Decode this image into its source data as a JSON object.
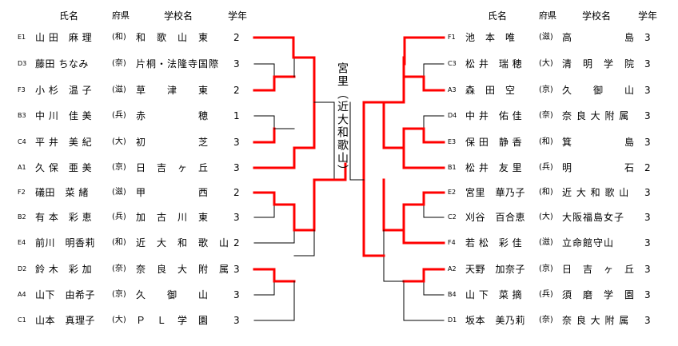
{
  "headers": {
    "name": "氏名",
    "pref": "府県",
    "school": "学校名",
    "grade": "学年"
  },
  "champion": "宮里（近大和歌山）",
  "left": [
    {
      "seed": "E1",
      "name": "山 田　麻 理",
      "pref": "(和)",
      "school": "和　歌　山　東",
      "grade": "2"
    },
    {
      "seed": "D3",
      "name": "藤田 ちなみ",
      "pref": "(奈)",
      "school": "片桐・法隆寺国際",
      "grade": "3"
    },
    {
      "seed": "F3",
      "name": "小 杉　温 子",
      "pref": "(滋)",
      "school": "草　　津　　東",
      "grade": "2"
    },
    {
      "seed": "B3",
      "name": "中 川　佳 美",
      "pref": "(兵)",
      "school": "赤　　　　　穂",
      "grade": "1"
    },
    {
      "seed": "C4",
      "name": "平 井　美 紀",
      "pref": "(大)",
      "school": "初　　　　　芝",
      "grade": "3"
    },
    {
      "seed": "A1",
      "name": "久 保　亜 美",
      "pref": "(京)",
      "school": "日　吉　ヶ　丘",
      "grade": "3"
    },
    {
      "seed": "F2",
      "name": "礒田　菜 緒",
      "pref": "(滋)",
      "school": "甲　　　　　西",
      "grade": "2"
    },
    {
      "seed": "B2",
      "name": "有 本　彩 恵",
      "pref": "(兵)",
      "school": "加　古　川　東",
      "grade": "3"
    },
    {
      "seed": "E4",
      "name": "前川　明香莉",
      "pref": "(和)",
      "school": "近　大　和　歌　山",
      "grade": "2"
    },
    {
      "seed": "D2",
      "name": "鈴 木　彩 加",
      "pref": "(奈)",
      "school": "奈　良　大　附　属",
      "grade": "3"
    },
    {
      "seed": "A4",
      "name": "山下　由希子",
      "pref": "(京)",
      "school": "久　　御　　山",
      "grade": "3"
    },
    {
      "seed": "C1",
      "name": "山本　真理子",
      "pref": "(大)",
      "school": "Ｐ　Ｌ　学　園",
      "grade": "3"
    }
  ],
  "right": [
    {
      "seed": "F1",
      "name": "池　本　唯",
      "pref": "(滋)",
      "school": "高　　　　　島",
      "grade": "3"
    },
    {
      "seed": "C3",
      "name": "松 井　瑞 穂",
      "pref": "(大)",
      "school": "清　明　学　院",
      "grade": "3"
    },
    {
      "seed": "A3",
      "name": "森　田　空",
      "pref": "(京)",
      "school": "久　　御　　山",
      "grade": "3"
    },
    {
      "seed": "D4",
      "name": "中 井　佑 佳",
      "pref": "(奈)",
      "school": "奈 良 大 附 属",
      "grade": "3"
    },
    {
      "seed": "E3",
      "name": "保 田　静 香",
      "pref": "(和)",
      "school": "箕　　　　　島",
      "grade": "3"
    },
    {
      "seed": "B1",
      "name": "松 井　友 里",
      "pref": "(兵)",
      "school": "明　　　　　石",
      "grade": "2"
    },
    {
      "seed": "E2",
      "name": "宮里　華乃子",
      "pref": "(和)",
      "school": "近 大 和 歌 山",
      "grade": "3"
    },
    {
      "seed": "C2",
      "name": "刈谷　百合恵",
      "pref": "(大)",
      "school": "大阪福島女子",
      "grade": "3"
    },
    {
      "seed": "F4",
      "name": "若 松　彩 佳",
      "pref": "(滋)",
      "school": "立命館守山",
      "grade": "3"
    },
    {
      "seed": "A2",
      "name": "天野　加奈子",
      "pref": "(京)",
      "school": "日　吉　ヶ　丘",
      "grade": "3"
    },
    {
      "seed": "B4",
      "name": "山 下　菜 摘",
      "pref": "(兵)",
      "school": "須　磨　学　園",
      "grade": "3"
    },
    {
      "seed": "D1",
      "name": "坂本　美乃莉",
      "pref": "(奈)",
      "school": "奈 良 大 附 属",
      "grade": "3"
    }
  ],
  "colors": {
    "winner_line": "#ff0000",
    "line": "#000000"
  }
}
